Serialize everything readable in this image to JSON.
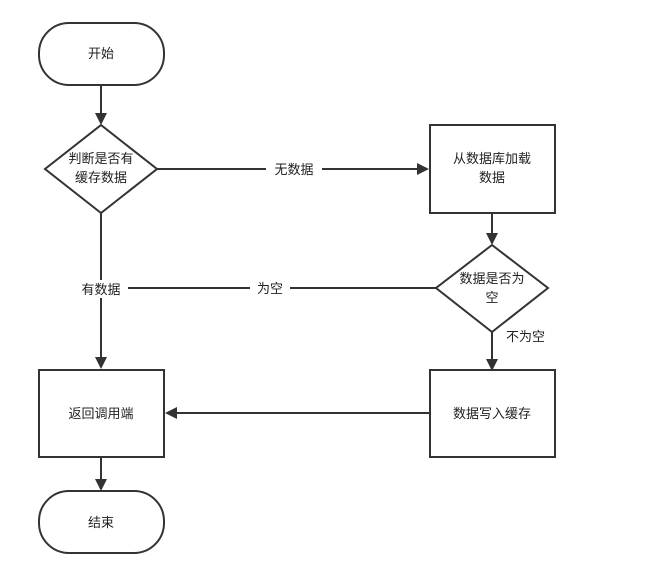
{
  "nodes": {
    "start": "开始",
    "check_cache_line1": "判断是否有",
    "check_cache_line2": "缓存数据",
    "load_db_line1": "从数据库加载",
    "load_db_line2": "数据",
    "is_empty_line1": "数据是否为",
    "is_empty_line2": "空",
    "return_caller": "返回调用端",
    "write_cache": "数据写入缓存",
    "end": "结束"
  },
  "edges": {
    "no_data": "无数据",
    "has_data": "有数据",
    "empty": "为空",
    "not_empty": "不为空"
  }
}
